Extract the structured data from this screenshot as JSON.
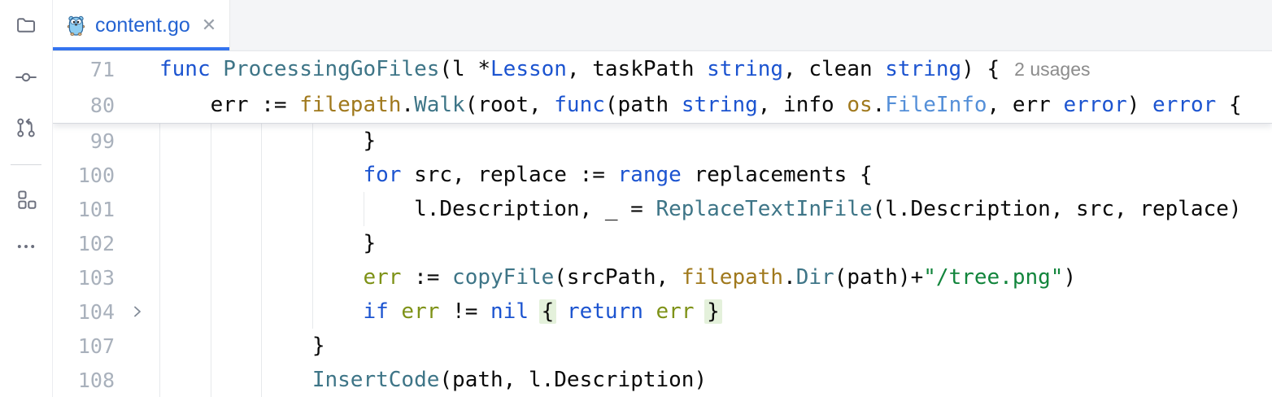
{
  "tab_bar": {
    "tabs": [
      {
        "label": "content.go",
        "icon": "go-gopher",
        "close_glyph": "✕",
        "active": true
      }
    ]
  },
  "sidebar": {
    "items": [
      {
        "name": "project",
        "icon": "folder-icon"
      },
      {
        "name": "commit",
        "icon": "commit-icon"
      },
      {
        "name": "pull-requests",
        "icon": "pull-requests-icon"
      },
      {
        "name": "structure",
        "icon": "structure-icon"
      },
      {
        "name": "more",
        "icon": "more-icon"
      }
    ]
  },
  "editor": {
    "code_vision_label": "2 usages",
    "sticky_rows": [
      {
        "num": "71",
        "fold": false,
        "usages": "2 usages",
        "tokens": [
          [
            "kw",
            "func"
          ],
          [
            "pl",
            " "
          ],
          [
            "fn",
            "ProcessingGoFiles"
          ],
          [
            "pl",
            "(l *"
          ],
          [
            "kw",
            "Lesson"
          ],
          [
            "pl",
            ", taskPath "
          ],
          [
            "kw",
            "string"
          ],
          [
            "pl",
            ", clean "
          ],
          [
            "kw",
            "string"
          ],
          [
            "pl",
            ") {"
          ]
        ]
      },
      {
        "num": "80",
        "fold": false,
        "tokens": [
          [
            "pl",
            "    err := "
          ],
          [
            "pkg",
            "filepath"
          ],
          [
            "pl",
            "."
          ],
          [
            "fn",
            "Walk"
          ],
          [
            "pl",
            "(root, "
          ],
          [
            "kw",
            "func"
          ],
          [
            "pl",
            "(path "
          ],
          [
            "kw",
            "string"
          ],
          [
            "pl",
            ", info "
          ],
          [
            "pkg",
            "os"
          ],
          [
            "pl",
            "."
          ],
          [
            "ty",
            "FileInfo"
          ],
          [
            "pl",
            ", err "
          ],
          [
            "kw",
            "error"
          ],
          [
            "pl",
            ") "
          ],
          [
            "kw",
            "error"
          ],
          [
            "pl",
            " {"
          ]
        ]
      }
    ],
    "rows": [
      {
        "num": "99",
        "fold": false,
        "tokens": [
          [
            "pl",
            "                }"
          ]
        ]
      },
      {
        "num": "100",
        "fold": false,
        "tokens": [
          [
            "pl",
            "                "
          ],
          [
            "kw",
            "for"
          ],
          [
            "pl",
            " src, replace := "
          ],
          [
            "kw",
            "range"
          ],
          [
            "pl",
            " replacements {"
          ]
        ]
      },
      {
        "num": "101",
        "fold": false,
        "tokens": [
          [
            "pl",
            "                    l.Description, _ = "
          ],
          [
            "fn",
            "ReplaceTextInFile"
          ],
          [
            "pl",
            "(l.Description, src, replace)"
          ]
        ]
      },
      {
        "num": "102",
        "fold": false,
        "tokens": [
          [
            "pl",
            "                }"
          ]
        ]
      },
      {
        "num": "103",
        "fold": false,
        "tokens": [
          [
            "pl",
            "                "
          ],
          [
            "olv",
            "err"
          ],
          [
            "pl",
            " := "
          ],
          [
            "fn",
            "copyFile"
          ],
          [
            "pl",
            "(srcPath, "
          ],
          [
            "pkg",
            "filepath"
          ],
          [
            "pl",
            "."
          ],
          [
            "fn",
            "Dir"
          ],
          [
            "pl",
            "(path)+"
          ],
          [
            "str",
            "\"/tree.png\""
          ],
          [
            "pl",
            ")"
          ]
        ]
      },
      {
        "num": "104",
        "fold": true,
        "tokens": [
          [
            "pl",
            "                "
          ],
          [
            "kw",
            "if"
          ],
          [
            "pl",
            " "
          ],
          [
            "olv",
            "err"
          ],
          [
            "pl",
            " != "
          ],
          [
            "kw",
            "nil"
          ],
          [
            "pl",
            " "
          ],
          [
            "fb",
            "{"
          ],
          [
            "pl",
            " "
          ],
          [
            "kw",
            "return"
          ],
          [
            "pl",
            " "
          ],
          [
            "olv",
            "err"
          ],
          [
            "pl",
            " "
          ],
          [
            "fb",
            "}"
          ]
        ]
      },
      {
        "num": "107",
        "fold": false,
        "tokens": [
          [
            "pl",
            "            }"
          ]
        ]
      },
      {
        "num": "108",
        "fold": false,
        "tokens": [
          [
            "pl",
            "            "
          ],
          [
            "fn",
            "InsertCode"
          ],
          [
            "pl",
            "(path, l.Description)"
          ]
        ]
      }
    ]
  },
  "colors": {
    "accent_underline": "#3574F0",
    "tab_label": "#2463D2",
    "keyword": "#1C54D0",
    "function": "#3E7587",
    "package": "#A0791D",
    "qualified_type": "#548FD8",
    "string_literal": "#12853C",
    "reassigned_var": "#7E9217",
    "folded_region_bg": "#E4F1DB",
    "line_number": "#A9B1BC",
    "code_vision": "#8C8C8C",
    "indent_guide": "#E7E9EC",
    "icon_stroke": "#6C707E"
  }
}
